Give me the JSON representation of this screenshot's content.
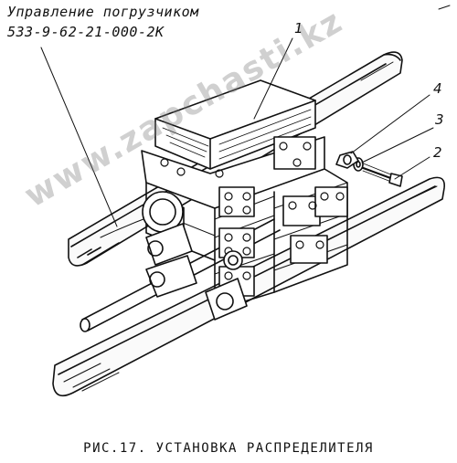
{
  "header": {
    "title_line1": "Управление погрузчиком",
    "title_line2": "533-9-62-21-000-2К"
  },
  "callouts": [
    "1",
    "2",
    "3",
    "4"
  ],
  "caption": "РИС.17. УСТАНОВКА РАСПРЕДЕЛИТЕЛЯ",
  "watermark": "www.zapchasti.kz",
  "colors": {
    "line": "#111111",
    "background": "#ffffff"
  }
}
